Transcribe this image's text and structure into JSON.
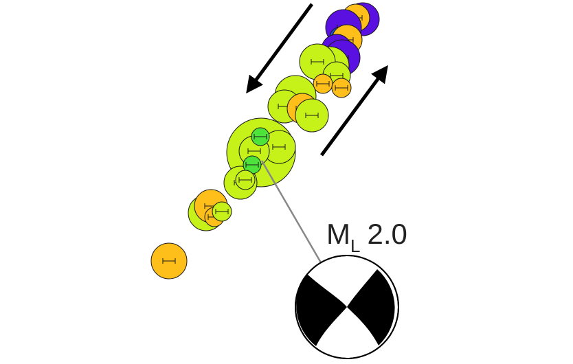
{
  "label": {
    "main": "M",
    "subscript": "L",
    "value": "2.0"
  },
  "colors": {
    "yellow_green": "#c6f21a",
    "orange": "#ffbf1a",
    "purple": "#5a10e0",
    "blue": "#1a4fd8",
    "green": "#4ee33a",
    "outline": "#1a1a1a",
    "leader_line": "#888888",
    "beachball_black": "#000000",
    "beachball_white": "#ffffff"
  },
  "events": [
    {
      "c": "purple"
    },
    {
      "c": "orange"
    },
    {
      "c": "purple"
    },
    {
      "c": "blue"
    },
    {
      "c": "orange"
    },
    {
      "c": "purple"
    },
    {
      "c": "purple"
    },
    {
      "c": "yellow_green"
    },
    {
      "c": "yellow_green"
    },
    {
      "c": "yellow_green"
    },
    {
      "c": "orange"
    },
    {
      "c": "orange"
    },
    {
      "c": "yellow_green"
    },
    {
      "c": "yellow_green"
    },
    {
      "c": "orange"
    },
    {
      "c": "yellow_green"
    },
    {
      "c": "yellow_green"
    },
    {
      "c": "yellow_green"
    },
    {
      "c": "yellow_green"
    },
    {
      "c": "green"
    },
    {
      "c": "yellow_green"
    },
    {
      "c": "green"
    },
    {
      "c": "yellow_green"
    },
    {
      "c": "yellow_green"
    },
    {
      "c": "orange"
    },
    {
      "c": "orange"
    },
    {
      "c": "yellow_green"
    },
    {
      "c": "orange"
    }
  ]
}
